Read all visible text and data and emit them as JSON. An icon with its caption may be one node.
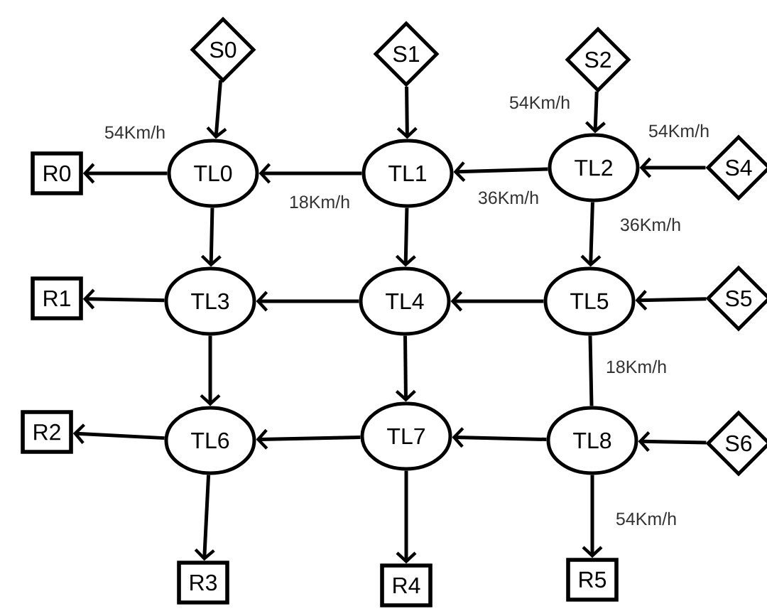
{
  "diagram": {
    "nodes": [
      {
        "text": [
          "S0"
        ]
      },
      {
        "text": [
          "S1"
        ]
      },
      {
        "text": [
          "S2"
        ]
      },
      {
        "text": [
          "R0"
        ]
      },
      {
        "text": [
          "TL0"
        ]
      },
      {
        "text": [
          "TL1"
        ]
      },
      {
        "text": [
          "TL2"
        ]
      },
      {
        "text": [
          "S4"
        ]
      },
      {
        "text": [
          "R1"
        ]
      },
      {
        "text": [
          "TL3"
        ]
      },
      {
        "text": [
          "TL4"
        ]
      },
      {
        "text": [
          "TL5"
        ]
      },
      {
        "text": [
          "S5"
        ]
      },
      {
        "text": [
          "R2"
        ]
      },
      {
        "text": [
          "TL6"
        ]
      },
      {
        "text": [
          "TL7"
        ]
      },
      {
        "text": [
          "TL8"
        ]
      },
      {
        "text": [
          "S6"
        ]
      },
      {
        "text": [
          "R3"
        ]
      },
      {
        "text": [
          "R4"
        ]
      },
      {
        "text": [
          "R5"
        ]
      }
    ],
    "edges": [
      {
        "from": 0,
        "to": 4,
        "arrow": "to"
      },
      {
        "from": 1,
        "to": 5,
        "arrow": "to"
      },
      {
        "from": 2,
        "to": 6,
        "arrow": "to"
      },
      {
        "from": 4,
        "to": 3,
        "arrow": "to"
      },
      {
        "from": 5,
        "to": 4,
        "arrow": "to"
      },
      {
        "from": 6,
        "to": 5,
        "arrow": "to"
      },
      {
        "from": 7,
        "to": 6,
        "arrow": "to"
      },
      {
        "from": 4,
        "to": 9,
        "arrow": "to"
      },
      {
        "from": 5,
        "to": 10,
        "arrow": "to"
      },
      {
        "from": 6,
        "to": 11,
        "arrow": "to"
      },
      {
        "from": 9,
        "to": 8,
        "arrow": "to"
      },
      {
        "from": 10,
        "to": 9,
        "arrow": "to"
      },
      {
        "from": 11,
        "to": 10,
        "arrow": "to"
      },
      {
        "from": 12,
        "to": 11,
        "arrow": "to"
      },
      {
        "from": 9,
        "to": 14,
        "arrow": "to"
      },
      {
        "from": 10,
        "to": 15,
        "arrow": "to"
      },
      {
        "from": 11,
        "to": 16,
        "arrow": "none"
      },
      {
        "from": 14,
        "to": 13,
        "arrow": "to"
      },
      {
        "from": 15,
        "to": 14,
        "arrow": "to"
      },
      {
        "from": 16,
        "to": 15,
        "arrow": "to"
      },
      {
        "from": 17,
        "to": 16,
        "arrow": "to"
      },
      {
        "from": 14,
        "to": 18,
        "arrow": "to"
      },
      {
        "from": 15,
        "to": 19,
        "arrow": "to"
      },
      {
        "from": 16,
        "to": 20,
        "arrow": "to"
      }
    ],
    "labels": [
      "54Km/h",
      "54Km/h",
      "54Km/h",
      "36Km/h",
      "18Km/h",
      "36Km/h",
      "18Km/h",
      "54Km/h"
    ]
  }
}
